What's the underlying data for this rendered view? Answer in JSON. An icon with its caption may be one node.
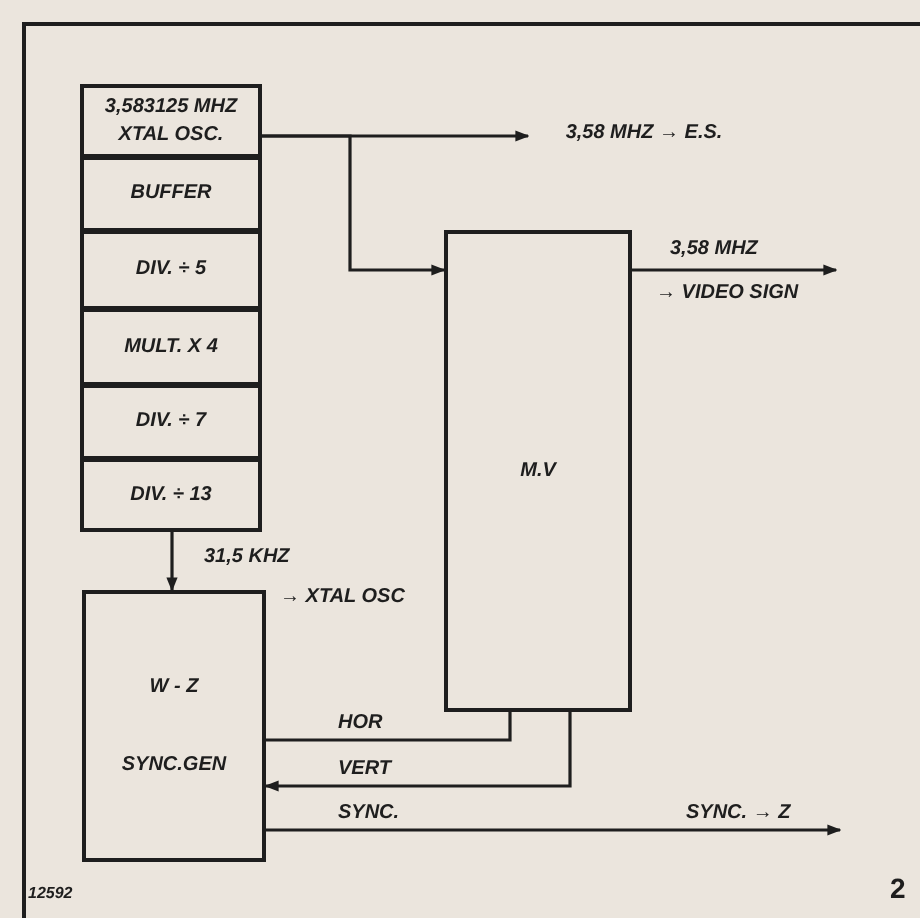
{
  "diagram": {
    "nodes": [
      {
        "text": [
          "3,583125 MHZ XTAL OSC."
        ]
      },
      {
        "text": [
          "BUFFER"
        ]
      },
      {
        "text": [
          "DIV. ÷ 5"
        ]
      },
      {
        "text": [
          "MULT. X 4"
        ]
      },
      {
        "text": [
          "DIV. ÷ 7"
        ]
      },
      {
        "text": [
          "DIV. ÷ 13"
        ]
      },
      {
        "text": [
          "W - Z",
          "SYNC.GEN"
        ]
      },
      {
        "text": [
          "M.V"
        ]
      },
      {
        "text": [
          "3,58 MHZ → E.S."
        ]
      }
    ],
    "edges": [
      {
        "from": 0,
        "to": 8,
        "arrow": "to"
      },
      {
        "from": 0,
        "to": 7,
        "arrow": "to"
      },
      {
        "from": 7,
        "to": null,
        "arrow": "to",
        "label": "3,58 MHZ"
      },
      {
        "from": 5,
        "to": 6,
        "arrow": "to",
        "label": "31,5 KHZ"
      },
      {
        "from": 6,
        "to": 7,
        "arrow": "none",
        "label": "HOR"
      },
      {
        "from": 7,
        "to": 6,
        "arrow": "to",
        "label": "VERT"
      },
      {
        "from": 6,
        "to": null,
        "arrow": "to",
        "label": "SYNC."
      }
    ],
    "labels": [
      "→ VIDEO SIGN",
      "→ XTAL OSC",
      "SYNC. → Z",
      "12592",
      "2"
    ]
  }
}
